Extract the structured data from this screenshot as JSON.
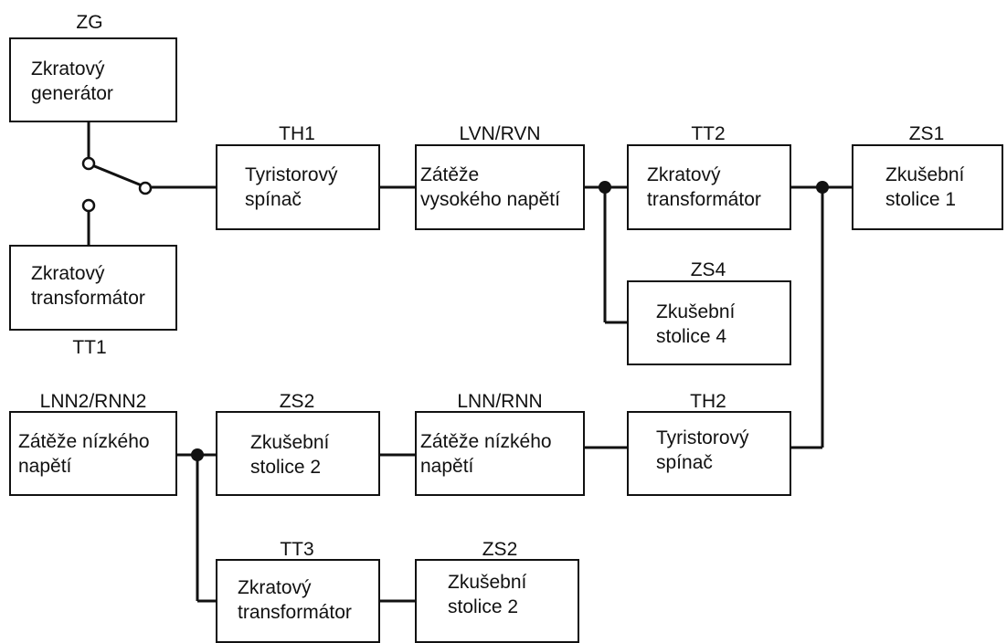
{
  "zg": {
    "tag": "ZG",
    "line1": "Zkratový",
    "line2": "generátor"
  },
  "tt1": {
    "tag": "TT1",
    "line1": "Zkratový",
    "line2": "transformátor"
  },
  "th1": {
    "tag": "TH1",
    "line1": "Tyristorový",
    "line2": "spínač"
  },
  "lvn": {
    "tag": "LVN/RVN",
    "line1": "Zátěže",
    "line2": "vysokého napětí"
  },
  "tt2": {
    "tag": "TT2",
    "line1": "Zkratový",
    "line2": "transformátor"
  },
  "zs1": {
    "tag": "ZS1",
    "line1": "Zkušební",
    "line2": "stolice 1"
  },
  "zs4": {
    "tag": "ZS4",
    "line1": "Zkušební",
    "line2": "stolice 4"
  },
  "lnn2": {
    "tag": "LNN2/RNN2",
    "line1": "Zátěže nízkého",
    "line2": "napětí"
  },
  "zs2a": {
    "tag": "ZS2",
    "line1": "Zkušební",
    "line2": "stolice 2"
  },
  "lnn": {
    "tag": "LNN/RNN",
    "line1": "Zátěže nízkého",
    "line2": "napětí"
  },
  "th2": {
    "tag": "TH2",
    "line1": "Tyristorový",
    "line2": "spínač"
  },
  "tt3": {
    "tag": "TT3",
    "line1": "Zkratový",
    "line2": "transformátor"
  },
  "zs2b": {
    "tag": "ZS2",
    "line1": "Zkušební",
    "line2": "stolice 2"
  }
}
